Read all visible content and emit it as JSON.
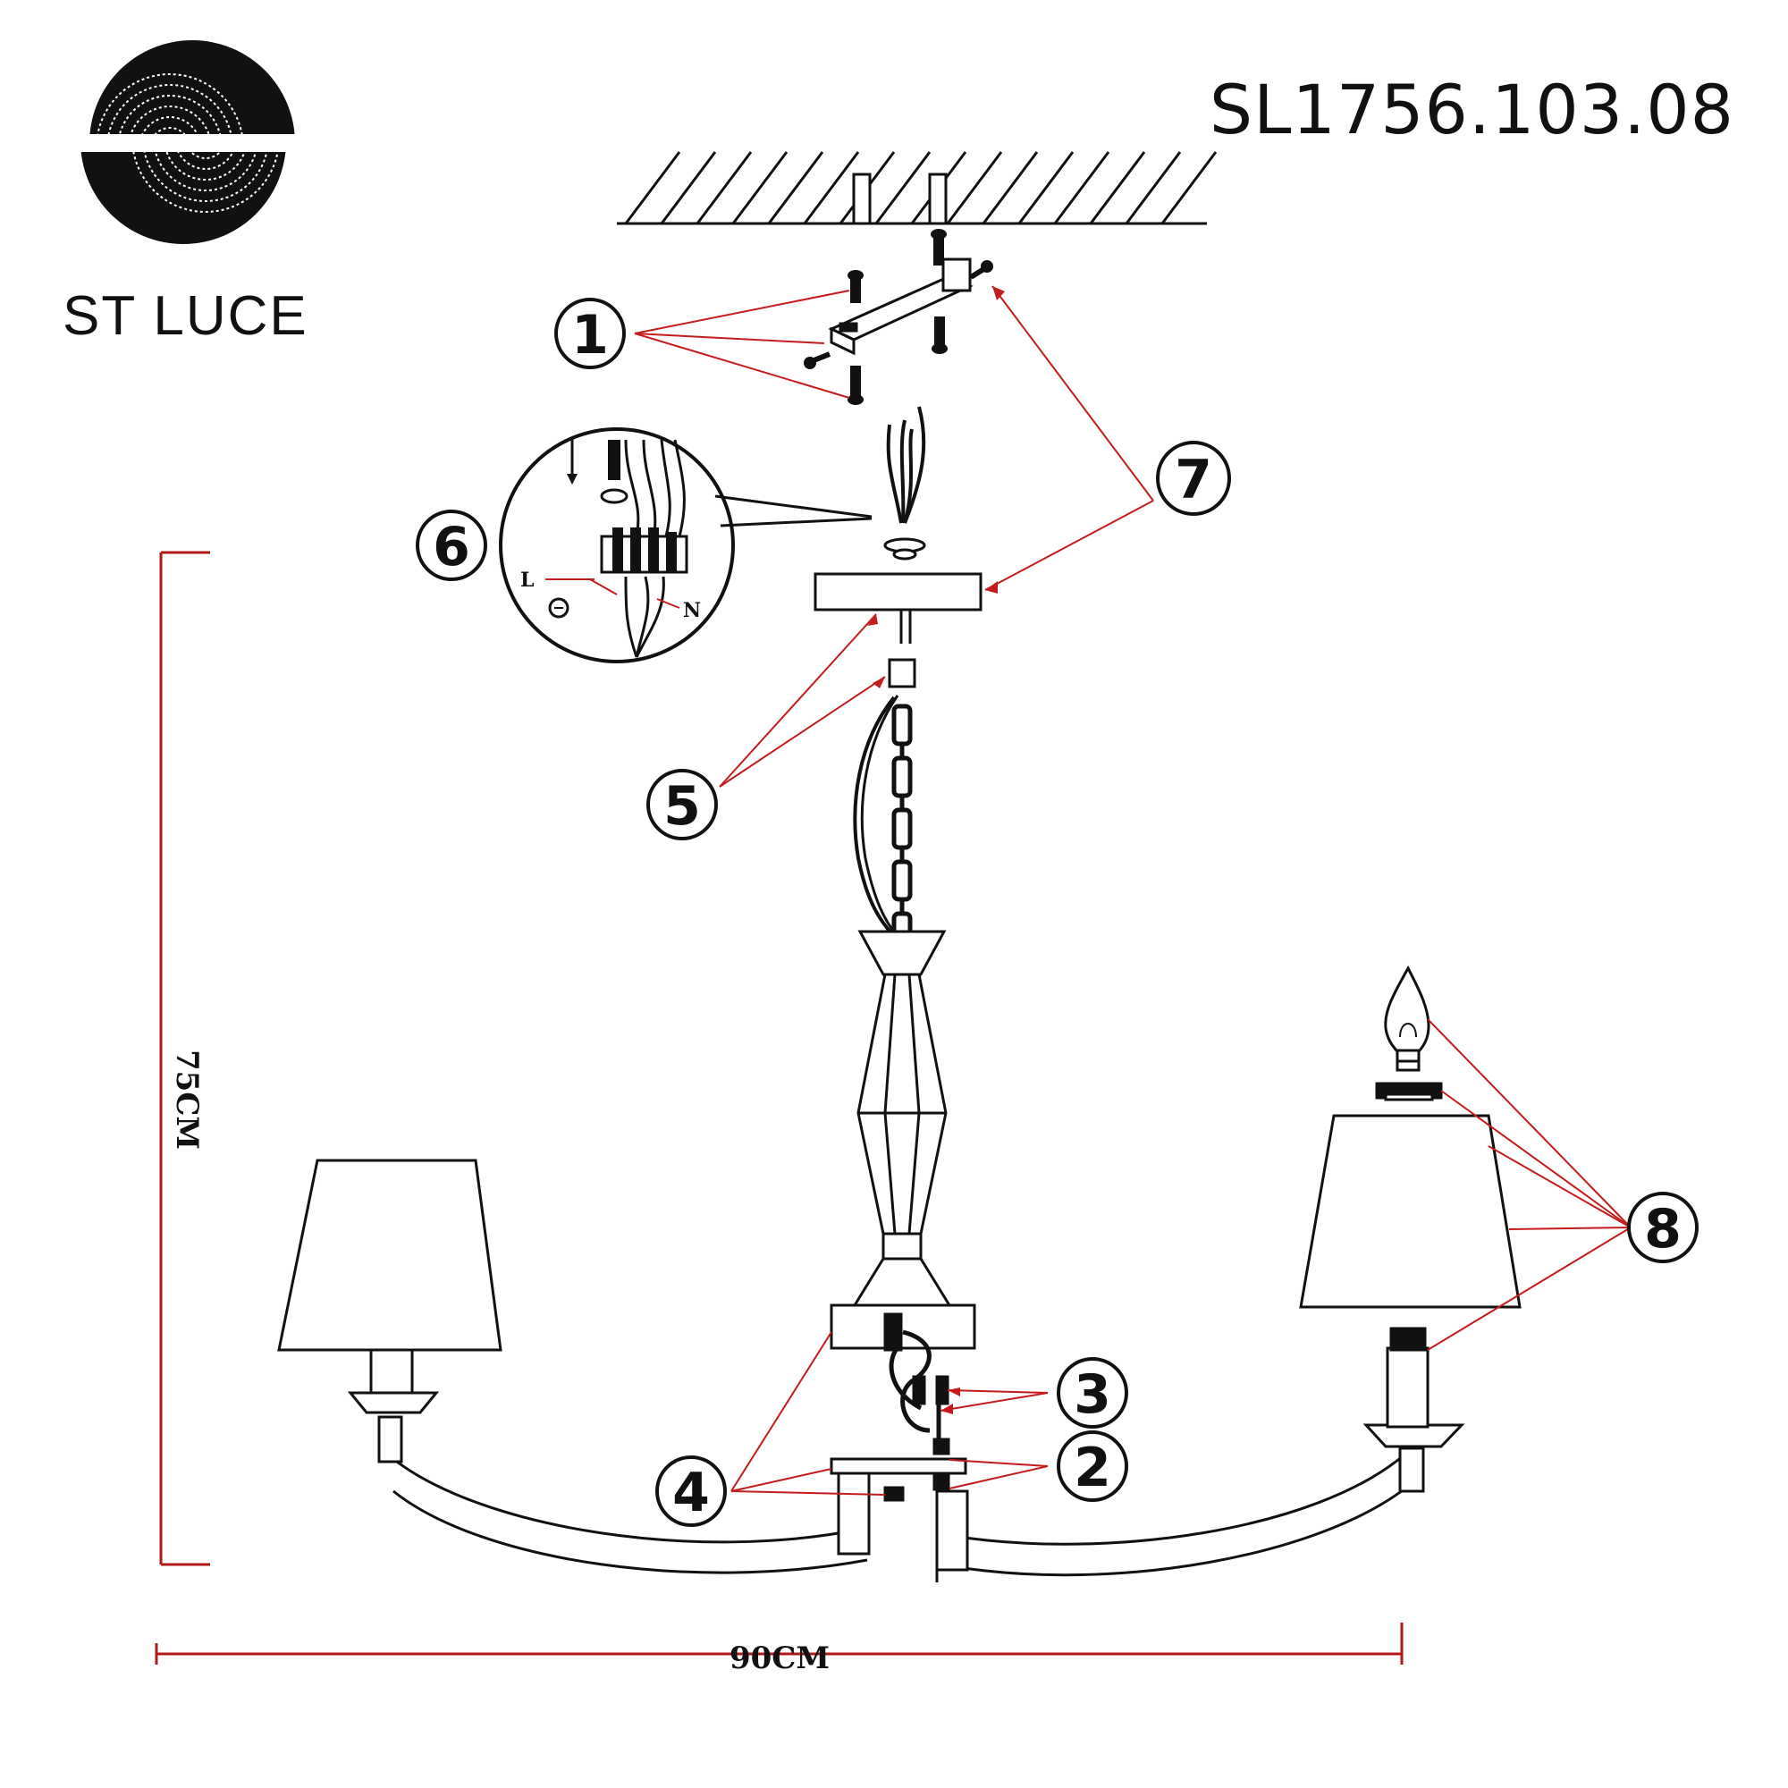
{
  "brand": {
    "name": "ST LUCE"
  },
  "model": {
    "code": "SL1756.103.08"
  },
  "dimensions": {
    "height_label": "75CM",
    "width_label": "90CM"
  },
  "wiring_detail": {
    "live_label": "L",
    "neutral_label": "N"
  },
  "callouts": [
    "1",
    "2",
    "3",
    "4",
    "5",
    "6",
    "7",
    "8"
  ],
  "colors": {
    "line": "#111111",
    "leader": "#c41c1c",
    "dimension": "#b01818"
  }
}
